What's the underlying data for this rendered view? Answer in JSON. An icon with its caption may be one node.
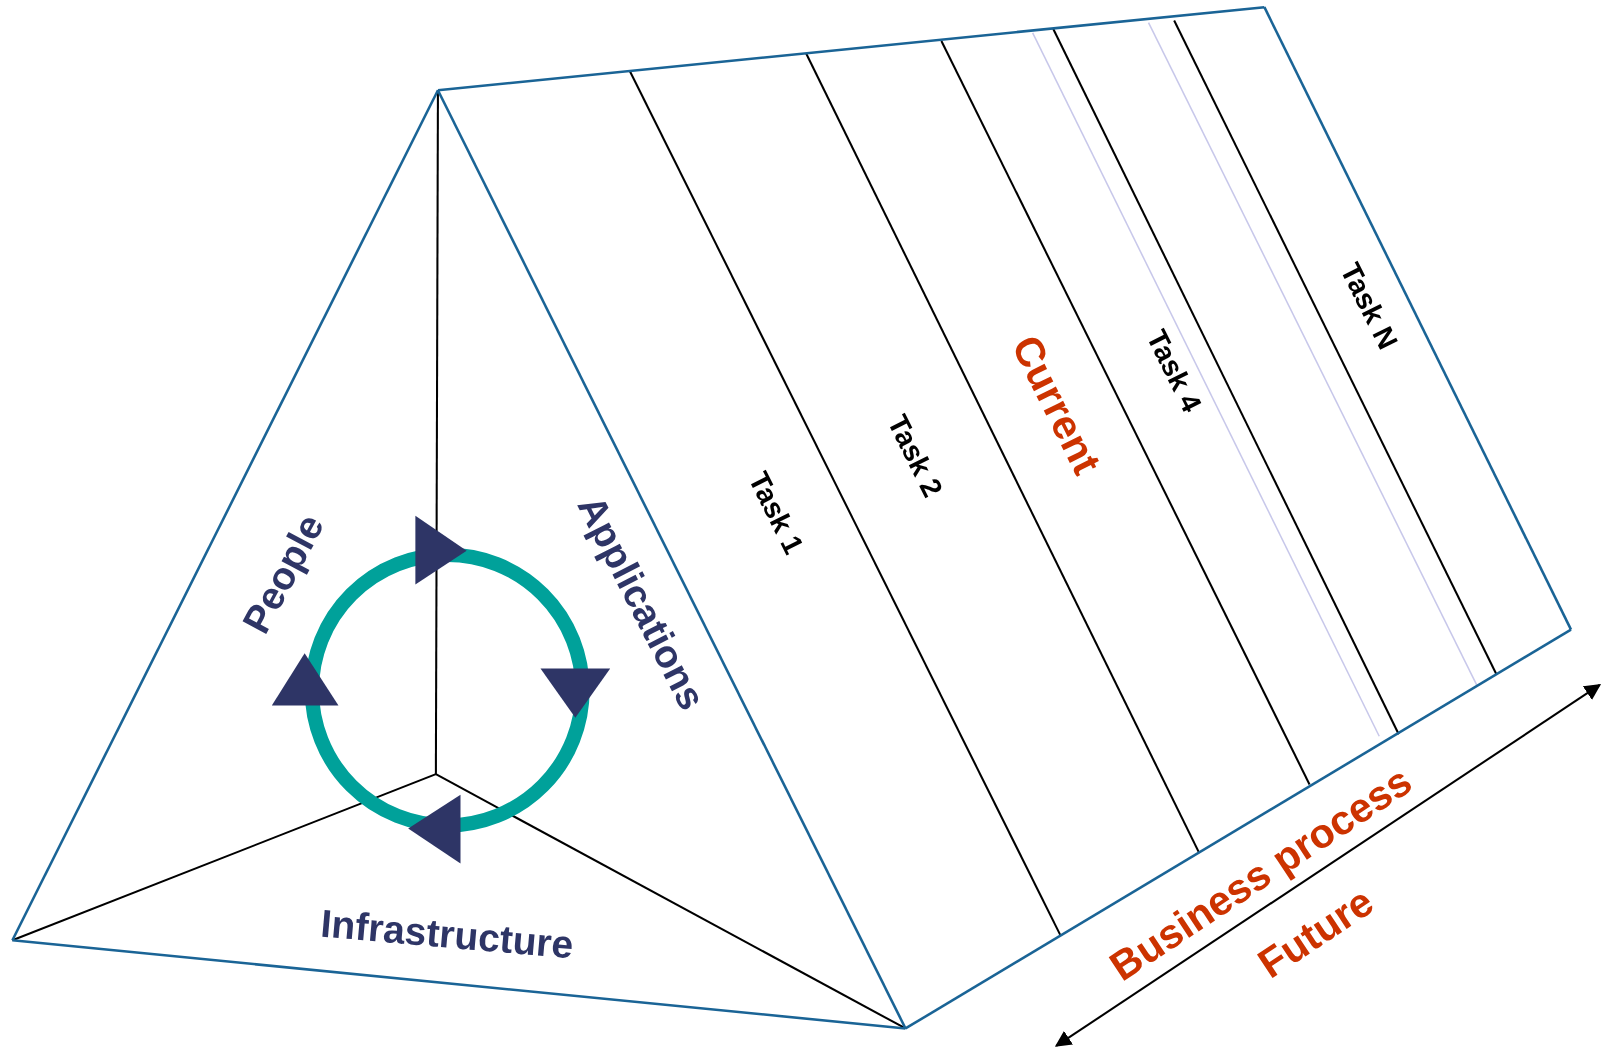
{
  "diagram": {
    "labels": [
      "People",
      "Applications",
      "Task 1",
      "Task 2",
      "Current",
      "Task 4",
      "Task N",
      "Infrastructure",
      "Business process",
      "Future"
    ]
  }
}
